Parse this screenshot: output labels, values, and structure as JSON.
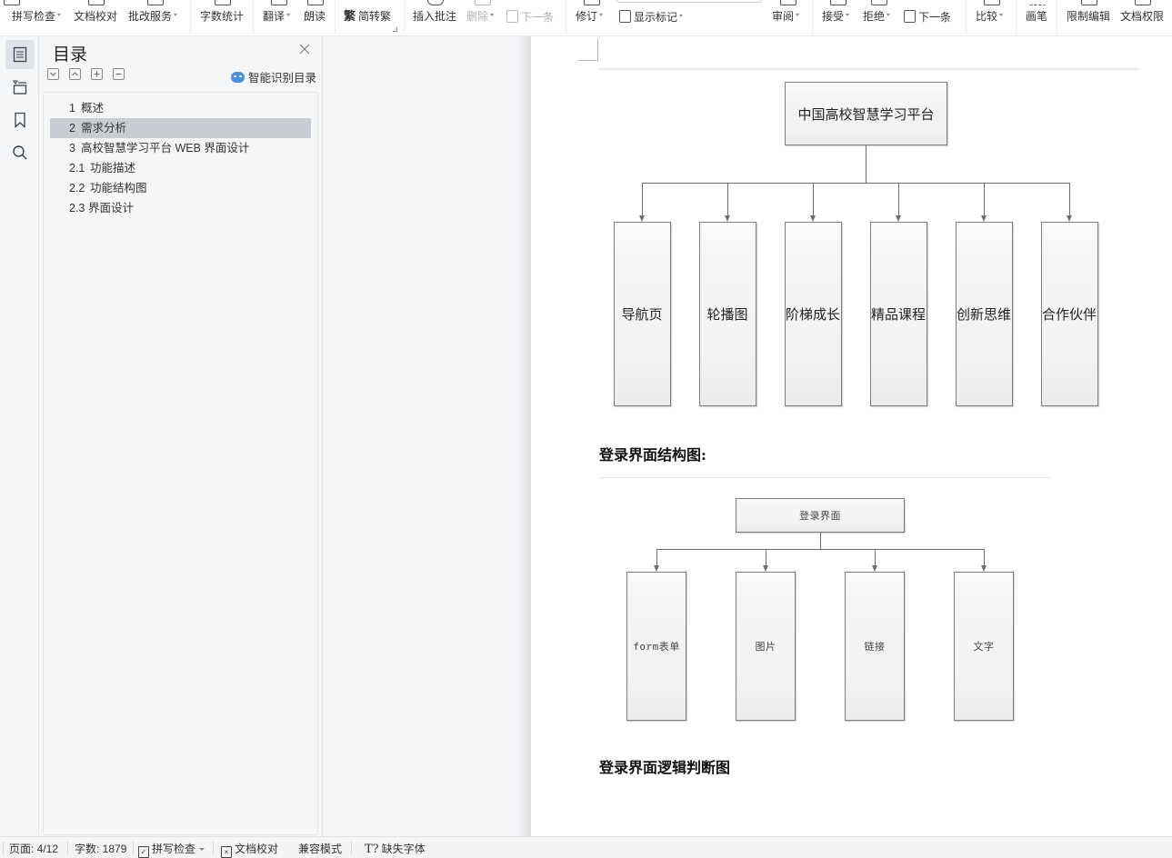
{
  "ribbon": {
    "buttons": [
      {
        "id": "spell-check",
        "label": "拼写检查",
        "dropdown": true,
        "disabled": false
      },
      {
        "id": "doc-proofread",
        "label": "文档校对",
        "dropdown": false,
        "disabled": false
      },
      {
        "id": "correction-service",
        "label": "批改服务",
        "dropdown": true,
        "disabled": false
      },
      {
        "id": "word-count",
        "label": "字数统计",
        "dropdown": false,
        "disabled": false
      },
      {
        "id": "translate",
        "label": "翻译",
        "dropdown": true,
        "disabled": false
      },
      {
        "id": "read-aloud",
        "label": "朗读",
        "dropdown": false,
        "disabled": false
      },
      {
        "id": "simp-trad",
        "label": "简转繁",
        "dropdown": false,
        "disabled": false
      },
      {
        "id": "insert-comment",
        "label": "插入批注",
        "dropdown": false,
        "disabled": false
      },
      {
        "id": "delete-comment",
        "label": "删除",
        "dropdown": true,
        "disabled": true
      },
      {
        "id": "next-comment",
        "label": "下一条",
        "dropdown": false,
        "disabled": true
      },
      {
        "id": "track-changes",
        "label": "修订",
        "dropdown": true,
        "disabled": false
      },
      {
        "id": "show-markup",
        "label": "显示标记",
        "dropdown": true,
        "disabled": false
      },
      {
        "id": "review",
        "label": "审阅",
        "dropdown": true,
        "disabled": false
      },
      {
        "id": "accept",
        "label": "接受",
        "dropdown": true,
        "disabled": false
      },
      {
        "id": "reject",
        "label": "拒绝",
        "dropdown": true,
        "disabled": false
      },
      {
        "id": "next-change",
        "label": "下一条",
        "dropdown": false,
        "disabled": false
      },
      {
        "id": "compare",
        "label": "比较",
        "dropdown": true,
        "disabled": false
      },
      {
        "id": "ink",
        "label": "画笔",
        "dropdown": false,
        "disabled": false
      },
      {
        "id": "restrict-editing",
        "label": "限制编辑",
        "dropdown": false,
        "disabled": false
      },
      {
        "id": "doc-permissions",
        "label": "文档权限",
        "dropdown": false,
        "disabled": false
      }
    ]
  },
  "rail": {
    "items": [
      {
        "icon": "outline-icon",
        "active": true
      },
      {
        "icon": "chapter-nav-icon",
        "active": false
      },
      {
        "icon": "bookmark-icon",
        "active": false
      },
      {
        "icon": "search-icon",
        "active": false
      }
    ]
  },
  "toc": {
    "title": "目录",
    "smart_label": "智能识别目录",
    "items": [
      {
        "num": "1",
        "text": "概述",
        "selected": false
      },
      {
        "num": "2",
        "text": "需求分析",
        "selected": true
      },
      {
        "num": "3",
        "text": "高校智慧学习平台 WEB 界面设计",
        "selected": false
      },
      {
        "num": "2.1",
        "text": "功能描述",
        "selected": false
      },
      {
        "num": "2.2",
        "text": "功能结构图",
        "selected": false
      },
      {
        "num": "2.3",
        "text": "界面设计",
        "selected": false
      }
    ]
  },
  "document": {
    "diagram1": {
      "root": "中国高校智慧学习平台",
      "children": [
        "导航页",
        "轮播图",
        "阶梯成长",
        "精品课程",
        "创新思维",
        "合作伙伴"
      ]
    },
    "heading_login_structure": "登录界面结构图:",
    "diagram2": {
      "root": "登录界面",
      "children": [
        "form表单",
        "图片",
        "链接",
        "文字"
      ]
    },
    "heading_login_logic": "登录界面逻辑判断图"
  },
  "status": {
    "page": "页面: 4/12",
    "word_count": "字数: 1879",
    "spell_check": "拼写检查",
    "proofread": "文档校对",
    "compat_mode": "兼容模式",
    "missing_fonts": "缺失字体"
  }
}
